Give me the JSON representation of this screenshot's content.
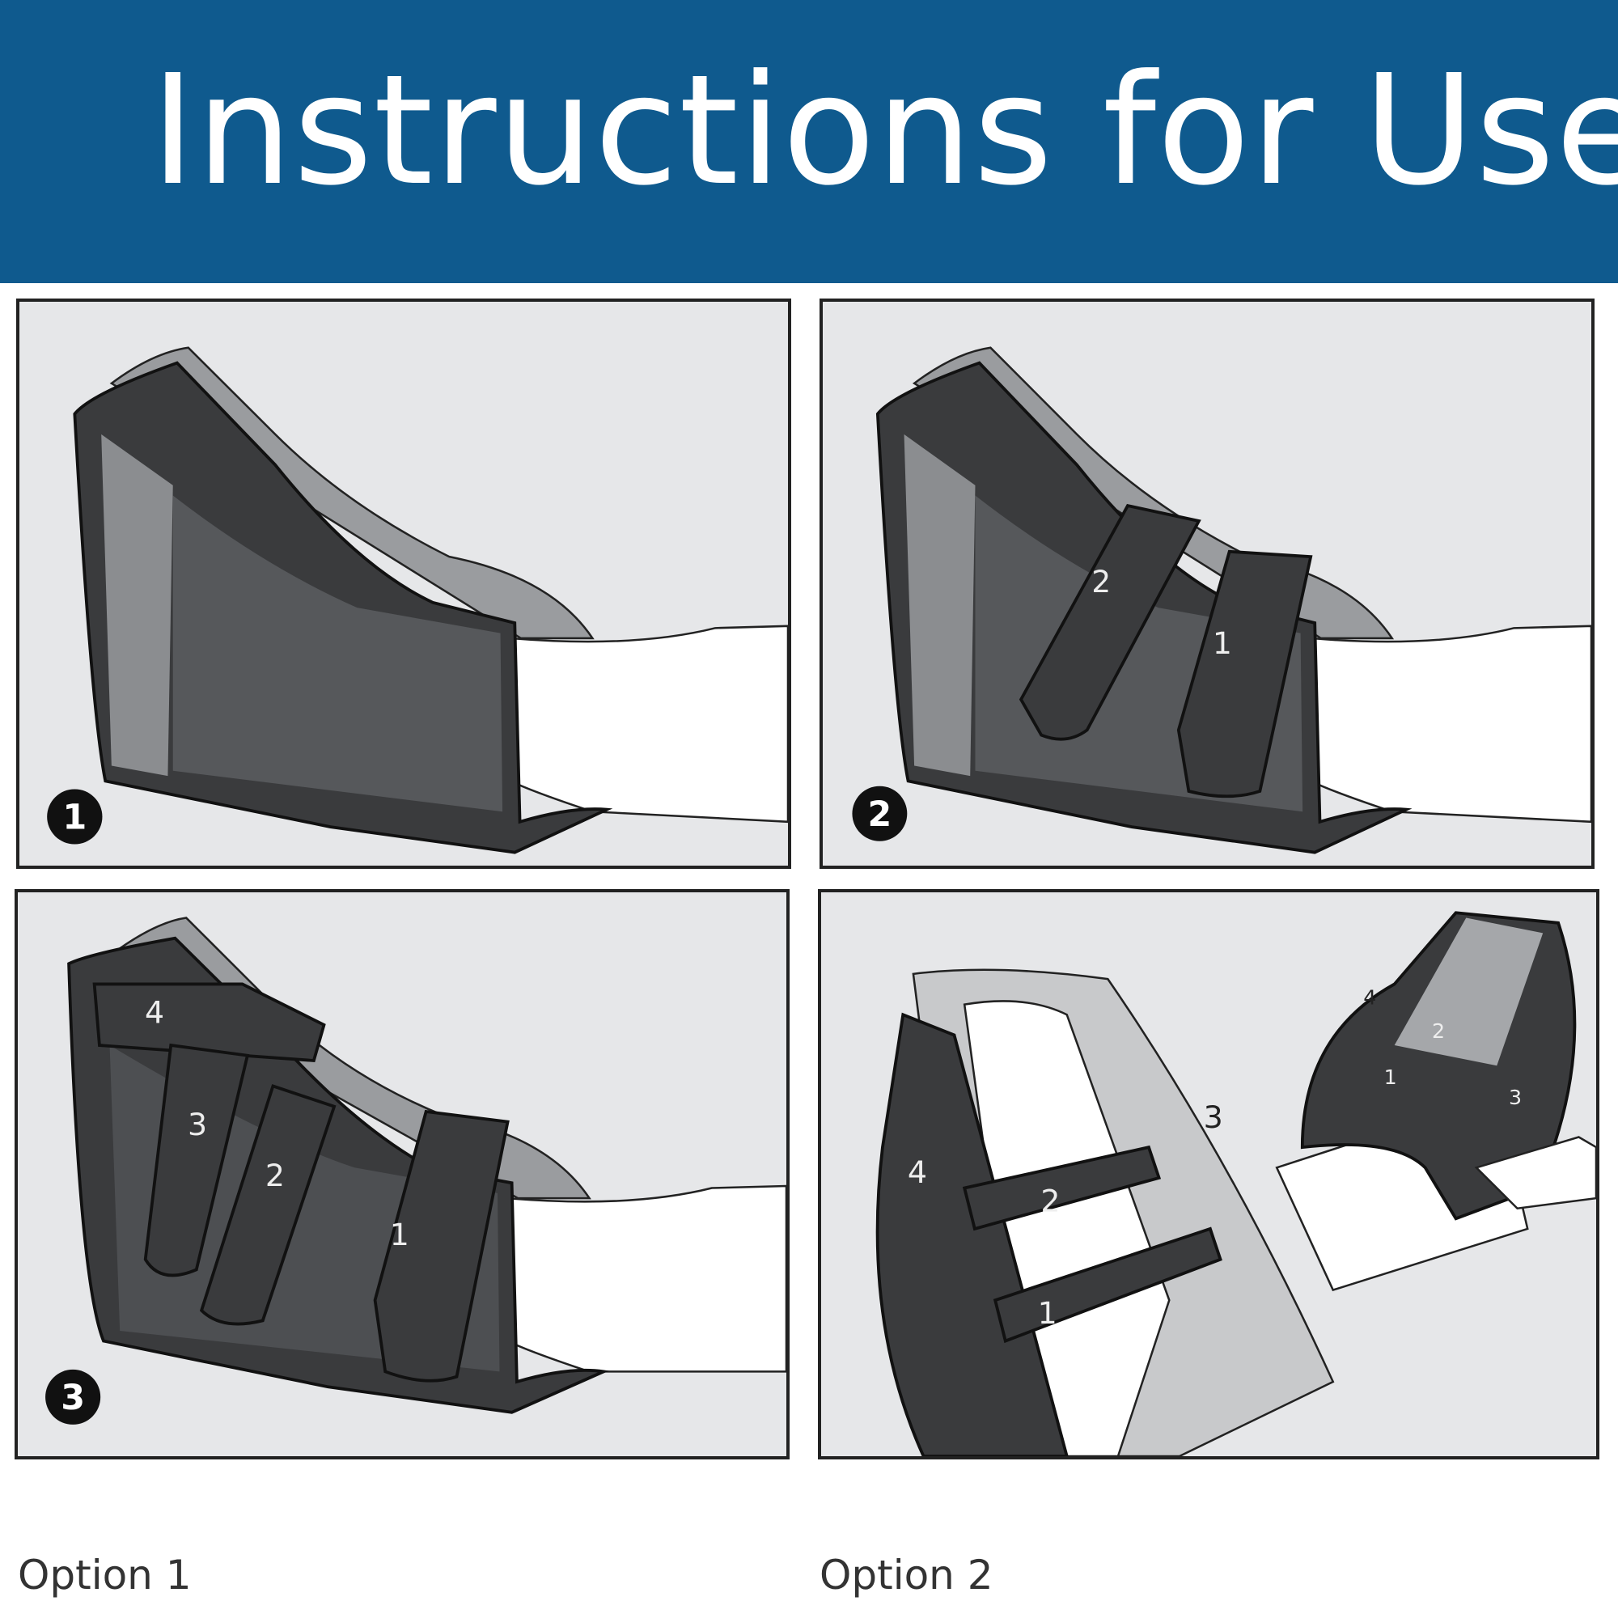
{
  "header": {
    "title": "Instructions for Use"
  },
  "colors": {
    "header_bg": "#0f5a8e",
    "panel_bg": "#e6e7e9",
    "boot_dark": "#3a3b3d",
    "boot_mid": "#56585b",
    "boot_light": "#8b8d90"
  },
  "steps": [
    {
      "badge": "1",
      "straps": []
    },
    {
      "badge": "2",
      "straps": [
        "2",
        "1"
      ]
    },
    {
      "badge": "3",
      "straps": [
        "4",
        "3",
        "2",
        "1"
      ]
    },
    {
      "badge": "",
      "straps": [
        "4",
        "2",
        "1",
        "3"
      ],
      "small_boot_straps": [
        "4",
        "2",
        "1",
        "3"
      ]
    }
  ],
  "options": [
    "Option 1",
    "Option 2"
  ]
}
